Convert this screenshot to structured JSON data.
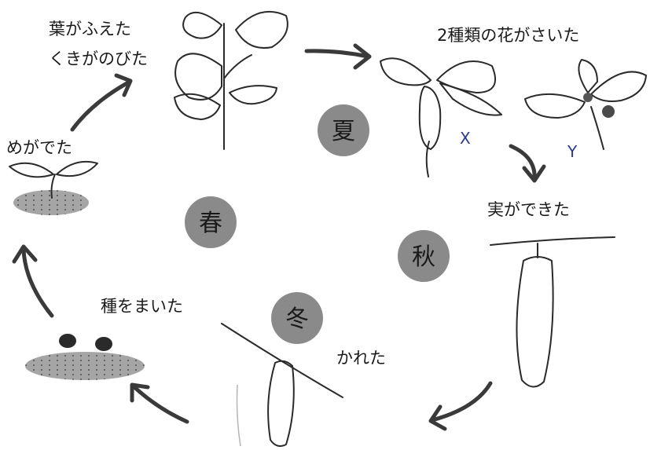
{
  "seasons": {
    "summer": "夏",
    "autumn": "秋",
    "winter": "冬",
    "spring": "春"
  },
  "captions": {
    "leaves_line1": "葉がふえた",
    "leaves_line2": "くきがのびた",
    "flowers": "2種類の花がさいた",
    "fruit": "実ができた",
    "withered": "かれた",
    "seeds": "種をまいた",
    "sprout": "めがでた"
  },
  "flower_markers": {
    "x": "X",
    "y": "Y"
  },
  "colors": {
    "season_circle": "#8a8a8a",
    "ink": "#2a2a2a",
    "fruit": "#5c5c5c",
    "soil": "#9a9a9a"
  }
}
